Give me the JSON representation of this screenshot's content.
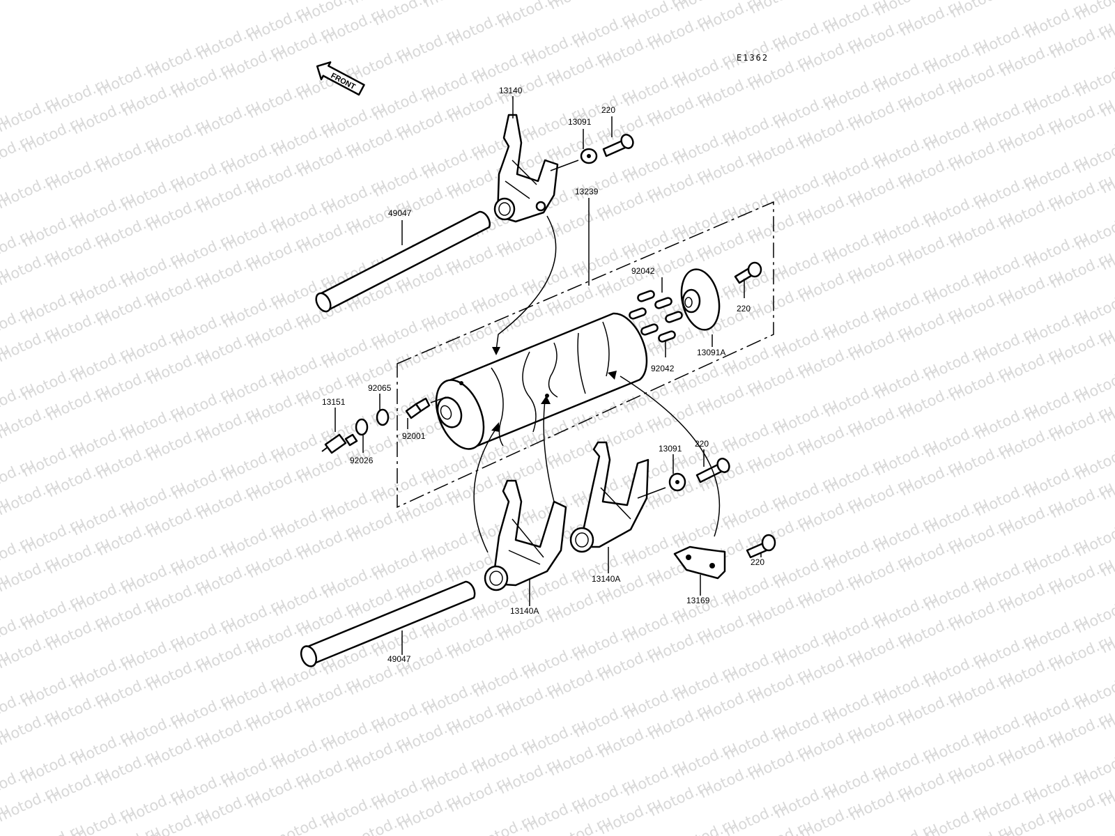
{
  "diagram_code": "E1362",
  "front_badge": "FRONT",
  "watermark": "motod.ru",
  "parts": [
    {
      "id": "fork_top",
      "label": "13140"
    },
    {
      "id": "washer_top",
      "label": "13091"
    },
    {
      "id": "bolt_top",
      "label": "220"
    },
    {
      "id": "rod_top",
      "label": "49047"
    },
    {
      "id": "drum",
      "label": "13239"
    },
    {
      "id": "pins_top",
      "label": "92042"
    },
    {
      "id": "pins_bottom",
      "label": "92042"
    },
    {
      "id": "plate_right",
      "label": "13091A"
    },
    {
      "id": "bolt_right",
      "label": "220"
    },
    {
      "id": "switch",
      "label": "13151"
    },
    {
      "id": "washer_a",
      "label": "92065"
    },
    {
      "id": "washer_b",
      "label": "92026"
    },
    {
      "id": "plug",
      "label": "92001"
    },
    {
      "id": "washer_mid",
      "label": "13091"
    },
    {
      "id": "bolt_mid",
      "label": "220"
    },
    {
      "id": "fork_left",
      "label": "13140A"
    },
    {
      "id": "fork_mid",
      "label": "13140A"
    },
    {
      "id": "plate_lower",
      "label": "13169"
    },
    {
      "id": "bolt_lower",
      "label": "220"
    },
    {
      "id": "rod_bottom",
      "label": "49047"
    }
  ]
}
